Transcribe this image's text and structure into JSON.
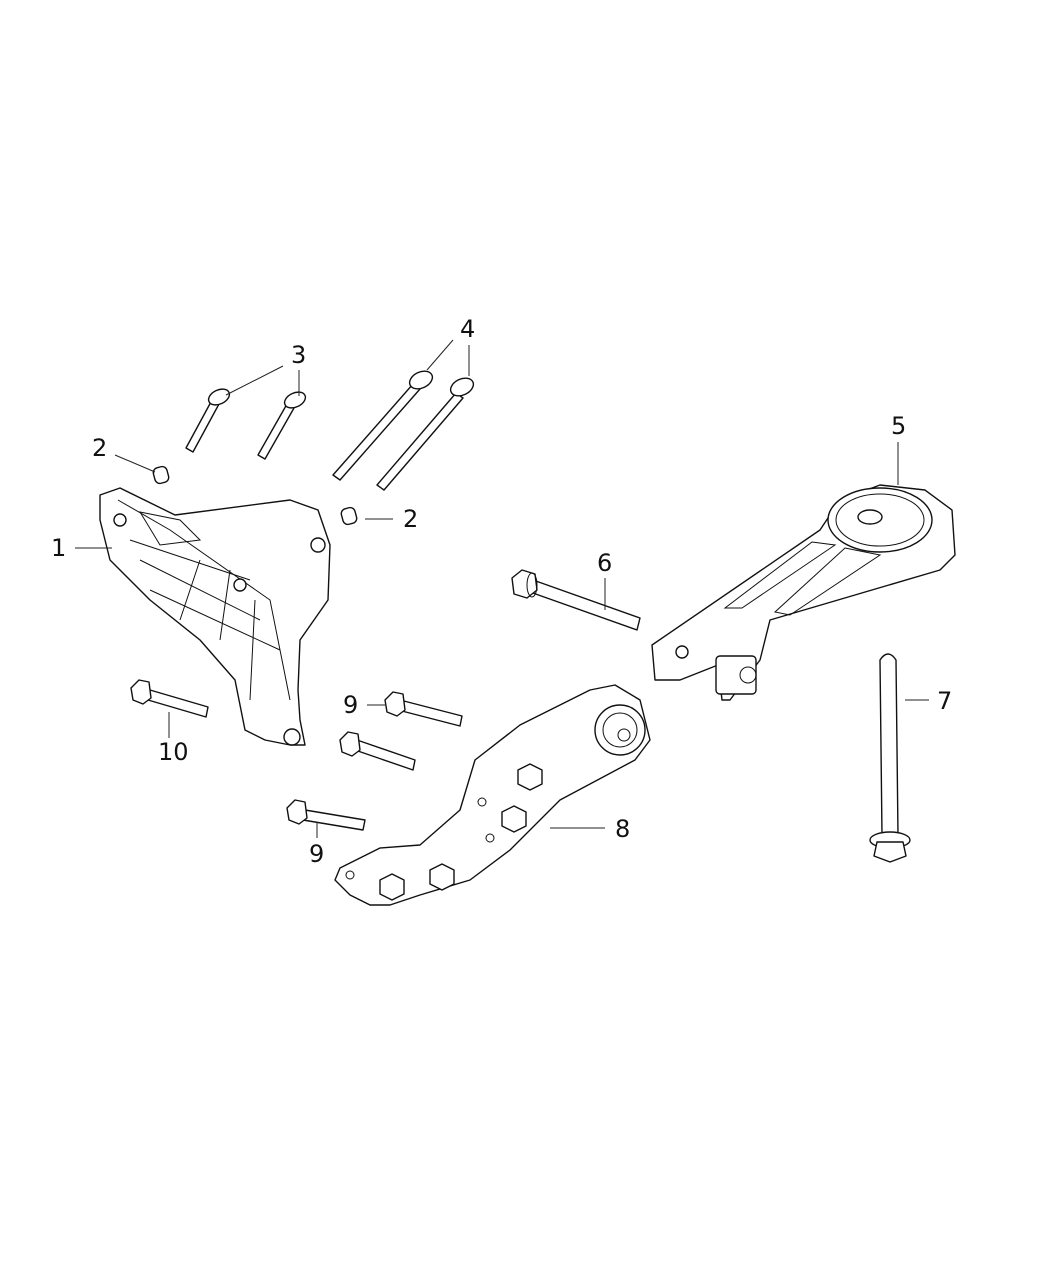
{
  "diagram": {
    "type": "exploded parts diagram",
    "background": "#ffffff",
    "line_color": "#111111",
    "callouts": [
      {
        "id": "1",
        "label": "1",
        "part": "bracket"
      },
      {
        "id": "2a",
        "label": "2",
        "part": "bushing"
      },
      {
        "id": "2b",
        "label": "2",
        "part": "bushing"
      },
      {
        "id": "3",
        "label": "3",
        "part": "bolt (x2)"
      },
      {
        "id": "4",
        "label": "4",
        "part": "long bolt (x2)"
      },
      {
        "id": "5",
        "label": "5",
        "part": "torque strut mount"
      },
      {
        "id": "6",
        "label": "6",
        "part": "bolt"
      },
      {
        "id": "7",
        "label": "7",
        "part": "bolt"
      },
      {
        "id": "8",
        "label": "8",
        "part": "lower mount bracket"
      },
      {
        "id": "9a",
        "label": "9",
        "part": "bolt"
      },
      {
        "id": "9b",
        "label": "9",
        "part": "bolt"
      },
      {
        "id": "10",
        "label": "10",
        "part": "bolt"
      }
    ]
  }
}
